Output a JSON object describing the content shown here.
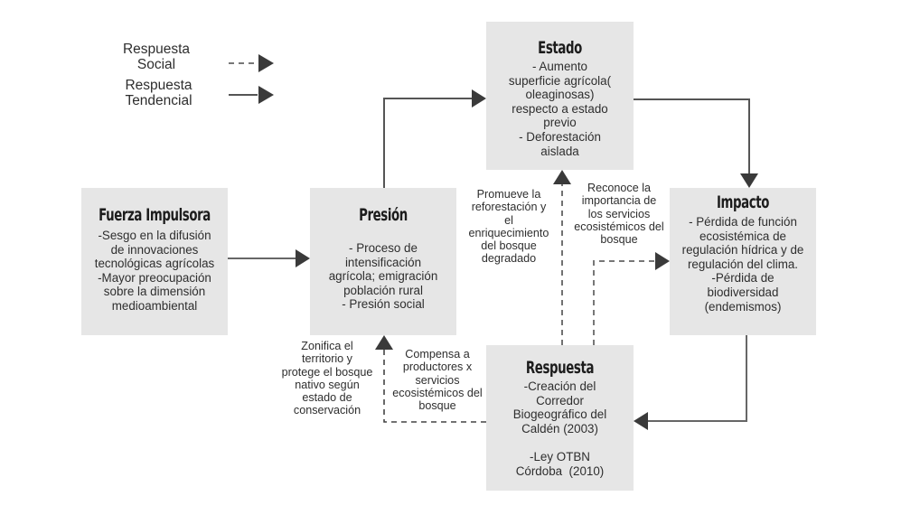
{
  "legend": {
    "items": [
      {
        "label_lines": [
          "Respuesta",
          "Social"
        ],
        "style": "dashed"
      },
      {
        "label_lines": [
          "Respuesta",
          "Tendencial"
        ],
        "style": "solid"
      }
    ]
  },
  "nodes": {
    "fuerza": {
      "title": "Fuerza Impulsora",
      "lines": [
        "-Sesgo en la difusión",
        "de innovaciones",
        "tecnológicas agrícolas",
        "-Mayor preocupación",
        "sobre la dimensión",
        "medioambiental"
      ]
    },
    "presion": {
      "title": "Presión",
      "lines": [
        "- Proceso de",
        "intensificación",
        "agrícola; emigración",
        "población rural",
        "- Presión social"
      ]
    },
    "estado": {
      "title": "Estado",
      "lines": [
        "- Aumento",
        "superficie agrícola(",
        "oleaginosas)",
        "respecto a estado",
        "previo",
        "- Deforestación",
        "aislada"
      ]
    },
    "impacto": {
      "title": "Impacto",
      "lines": [
        "- Pérdida de función",
        "ecosistémica de",
        "regulación hídrica y de",
        "regulación del clima.",
        "-Pérdida de",
        "biodiversidad",
        "(endemismos)"
      ]
    },
    "respuesta": {
      "title": "Respuesta",
      "lines": [
        "-Creación del",
        "Corredor",
        "Biogeográfico del",
        "Caldén (2003)",
        "",
        "-Ley OTBN",
        "Córdoba  (2010)"
      ]
    }
  },
  "annotations": {
    "promueve": [
      "Promueve la",
      "reforestación y",
      "el",
      "enriquecimiento",
      "del bosque",
      "degradado"
    ],
    "reconoce": [
      "Reconoce la",
      "importancia de",
      "los servicios",
      "ecosistémicos del",
      "bosque"
    ],
    "zonifica": [
      "Zonifica el",
      "territorio y",
      "protege el bosque",
      "nativo según",
      "estado de",
      "conservación"
    ],
    "compensa": [
      "Compensa a",
      "productores x",
      "servicios",
      "ecosistémicos del",
      "bosque"
    ]
  },
  "colors": {
    "box_fill": "#e6e6e6",
    "line": "#555555",
    "arrow": "#3a3a3a",
    "text": "#2e2e2e"
  }
}
